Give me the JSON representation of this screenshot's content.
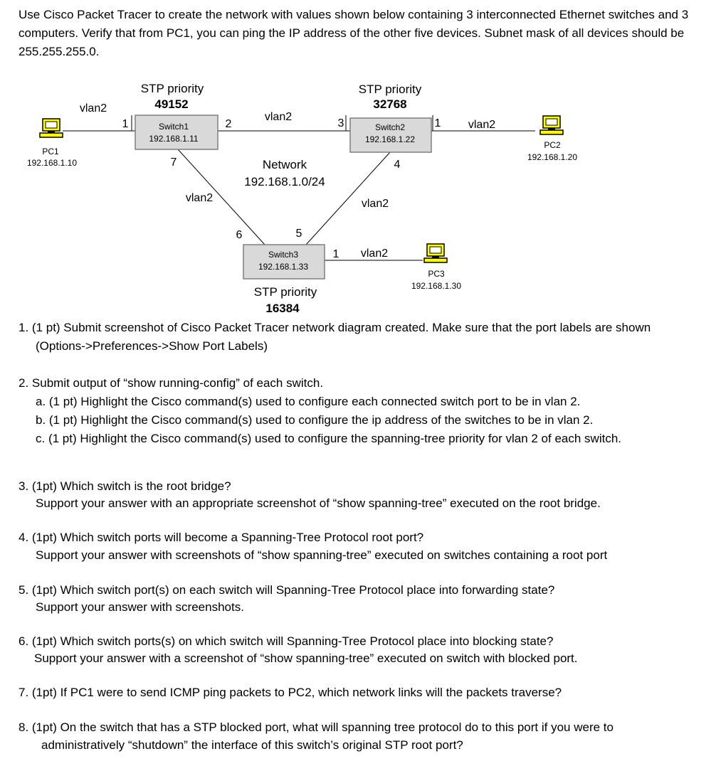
{
  "intro": "Use Cisco Packet Tracer to create the network with values shown below containing 3 interconnected Ethernet switches and 3 computers.  Verify that from PC1, you can ping the IP address of the other five devices. Subnet mask of all devices should be 255.255.255.0.",
  "diagram": {
    "network_label": "Network",
    "network_address": "192.168.1.0/24",
    "switch1": {
      "name": "Switch1",
      "ip": "192.168.1.11",
      "stp_label": "STP priority",
      "stp_value": "49152"
    },
    "switch2": {
      "name": "Switch2",
      "ip": "192.168.1.22",
      "stp_label": "STP priority",
      "stp_value": "32768"
    },
    "switch3": {
      "name": "Switch3",
      "ip": "192.168.1.33",
      "stp_label": "STP priority",
      "stp_value": "16384"
    },
    "pc1": {
      "name": "PC1",
      "ip": "192.168.1.10"
    },
    "pc2": {
      "name": "PC2",
      "ip": "192.168.1.20"
    },
    "pc3": {
      "name": "PC3",
      "ip": "192.168.1.30"
    },
    "vlan": "vlan2",
    "ports": {
      "s1_pc1": "1",
      "s1_s2": "2",
      "s1_s3": "7",
      "s2_s1": "3",
      "s2_pc2": "1",
      "s2_s3": "4",
      "s3_s1": "6",
      "s3_s2": "5",
      "s3_pc3": "1"
    }
  },
  "questions": {
    "q1_line1": "1.  (1 pt) Submit screenshot of Cisco Packet Tracer network diagram created. Make sure that the port labels are shown",
    "q1_line2": "(Options->Preferences->Show Port Labels)",
    "q2": "2. Submit output of “show running-config” of each switch.",
    "q2a": "a. (1 pt)  Highlight the Cisco command(s) used to configure each connected switch port to be in vlan 2.",
    "q2b": "b. (1 pt) Highlight the Cisco command(s) used to configure the ip address of the switches to be in vlan 2.",
    "q2c": "c. (1 pt) Highlight the Cisco command(s) used to configure the spanning-tree priority for vlan 2 of each switch.",
    "q3_line1": "3. (1pt) Which switch is the root bridge?",
    "q3_line2": "Support your answer with an appropriate screenshot of “show spanning-tree” executed on the root bridge.",
    "q4_line1": "4. (1pt) Which switch ports will become a Spanning-Tree Protocol root port?",
    "q4_line2": "Support your answer with screenshots of “show spanning-tree” executed on switches containing a root port",
    "q5_line1": "5.  (1pt) Which switch port(s) on each switch will Spanning-Tree Protocol place into forwarding state?",
    "q5_line2": "Support your answer with screenshots.",
    "q6_line1": "6. (1pt) Which switch ports(s) on which switch will Spanning-Tree Protocol place into blocking state?",
    "q6_line2": "Support your answer with a screenshot of “show spanning-tree” executed on switch with blocked port.",
    "q7": "7. (1pt) If PC1 were to send ICMP ping packets to PC2, which network links will the packets traverse?",
    "q8_line1": "8. (1pt) On the switch that has a STP blocked port, what will spanning tree protocol do to this port if you were to",
    "q8_line2": "administratively “shutdown” the interface of this switch’s original STP root port?"
  }
}
